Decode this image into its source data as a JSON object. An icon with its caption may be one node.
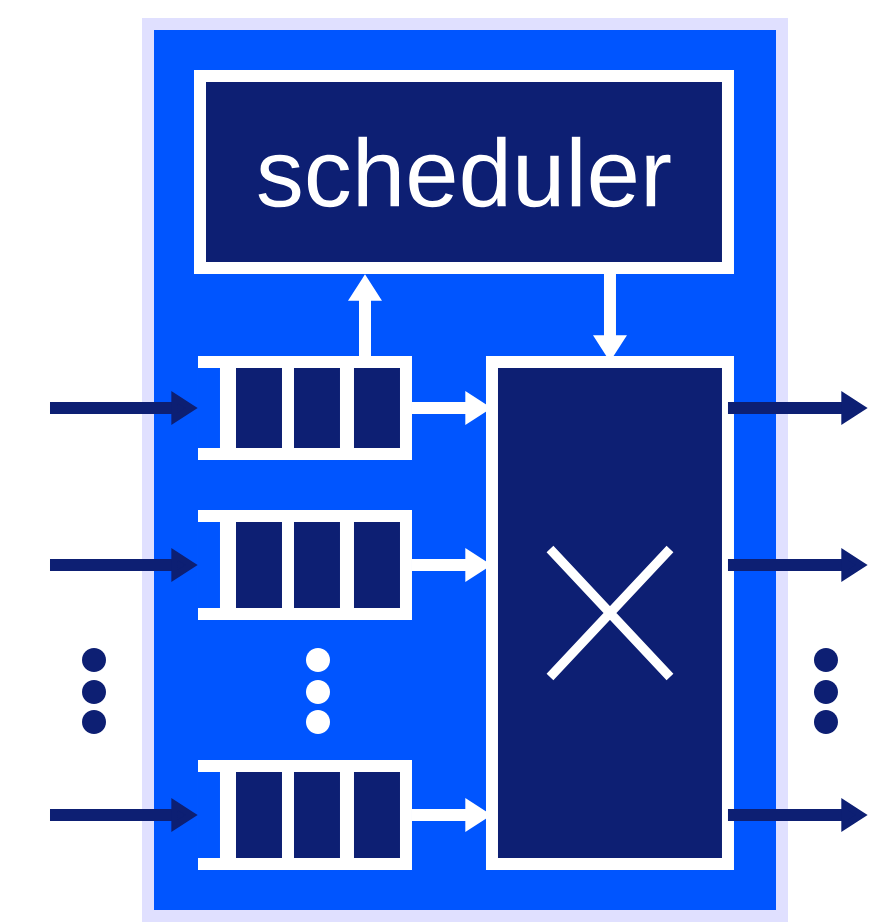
{
  "diagram": {
    "nodes": [
      {
        "text": [],
        "shape": "box"
      },
      {
        "text": [
          "scheduler"
        ],
        "in": 0
      },
      {
        "text": [],
        "shape": "box",
        "in": 0
      },
      {
        "text": [],
        "shape": "box",
        "in": 0
      },
      {
        "text": [],
        "shape": "box",
        "in": 0
      },
      {
        "text": [],
        "shape": "box",
        "in": 0
      }
    ],
    "edges": [
      {
        "from": 2,
        "to": 1,
        "arrow": "to",
        "color": "#ffffff"
      },
      {
        "from": 1,
        "to": 5,
        "arrow": "to",
        "color": "#ffffff"
      },
      {
        "from": 2,
        "to": 5,
        "arrow": "to",
        "color": "#ffffff"
      },
      {
        "from": 3,
        "to": 5,
        "arrow": "to",
        "color": "#ffffff"
      },
      {
        "from": 4,
        "to": 5,
        "arrow": "to",
        "color": "#ffffff"
      },
      {
        "from": null,
        "to": 2,
        "arrow": "to"
      },
      {
        "from": null,
        "to": 3,
        "arrow": "to"
      },
      {
        "from": null,
        "to": 4,
        "arrow": "to"
      },
      {
        "from": 5,
        "to": null,
        "arrow": "to"
      },
      {
        "from": 5,
        "to": null,
        "arrow": "to"
      },
      {
        "from": 5,
        "to": null,
        "arrow": "to"
      }
    ]
  }
}
